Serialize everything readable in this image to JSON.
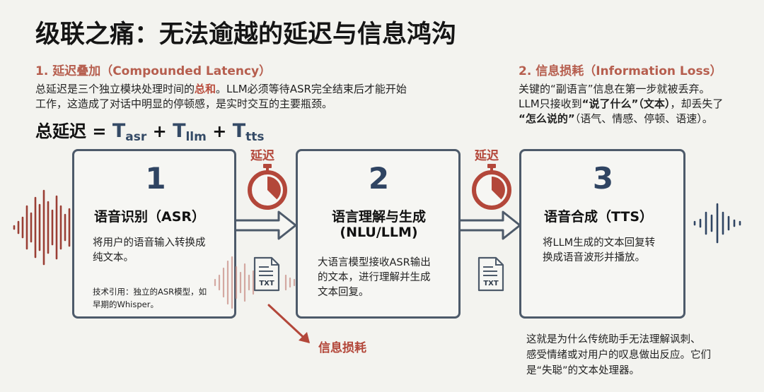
{
  "title": "级联之痛：无法逾越的延迟与信息鸿沟",
  "latency": {
    "heading": "1. 延迟叠加（Compounded Latency）",
    "line1_pre": "总延迟是三个独立模块处理时间的",
    "line1_em": "总和",
    "line1_post": "。LLM必须等待ASR完全结束后才能开始",
    "line2": "工作，这造成了对话中明显的停顿感，是实时交互的主要瓶颈。",
    "formula_label": "总延迟 =",
    "terms": [
      {
        "base": "T",
        "sub": "asr"
      },
      {
        "base": "T",
        "sub": "llm"
      },
      {
        "base": "T",
        "sub": "tts"
      }
    ],
    "plus": "+"
  },
  "info_loss": {
    "heading": "2. 信息损耗（Information Loss）",
    "line1": "关键的“副语言”信息在第一步就被丢弃。",
    "line2_pre": "LLM只接收到",
    "line2_em1": "“说了什么”（文本）",
    "line2_post": "，却丢失了",
    "line3_em": "“怎么说的”",
    "line3_post": "（语气、情感、停顿、语速）。"
  },
  "delay_label": "延迟",
  "txt_label": "TXT",
  "loss_label": "信息损耗",
  "boxes": [
    {
      "num": "1",
      "title": "语音识别（ASR）",
      "desc": [
        "将用户的语音输入转换成",
        "纯文本。"
      ],
      "note": [
        "技术引用：独立的ASR模型，如",
        "早期的Whisper。"
      ]
    },
    {
      "num": "2",
      "title1": "语言理解与生成",
      "title2": "(NLU/LLM)",
      "desc": [
        "大语言模型接收ASR输出",
        "的文本，进行理解并生成",
        "文本回复。"
      ]
    },
    {
      "num": "3",
      "title": "语音合成（TTS）",
      "desc": [
        "将LLM生成的文本回复转",
        "换成语音波形并播放。"
      ]
    }
  ],
  "footer": [
    "这就是为什么传统助手无法理解讽刺、",
    "感受情绪或对用户的叹息做出反应。它们",
    "是“失聪”的文本处理器。"
  ],
  "colors": {
    "accent_red": "#b3473a",
    "navy": "#2f4462",
    "box_border": "#4d5a6a"
  }
}
